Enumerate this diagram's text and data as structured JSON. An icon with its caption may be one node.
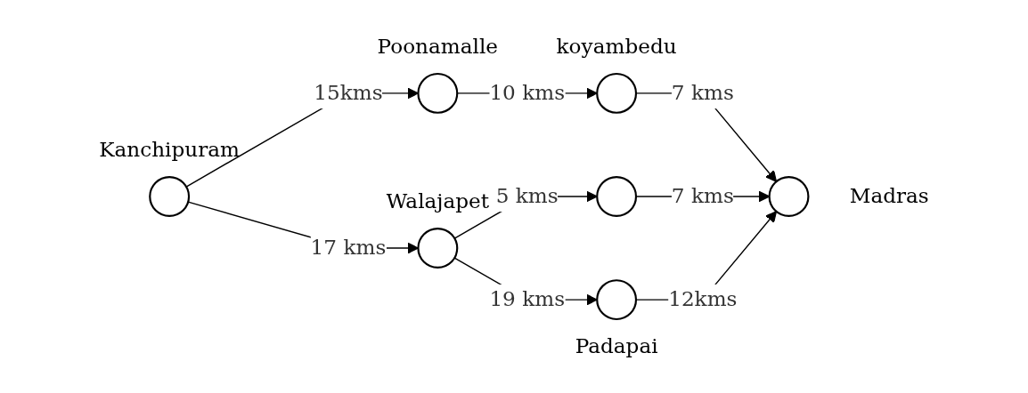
{
  "diagram": {
    "nodes": [
      {
        "text": [],
        "shape": "circle",
        "beside": [
          "Kanchipuram"
        ]
      },
      {
        "text": [],
        "shape": "circle",
        "beside": [
          "Poonamalle"
        ]
      },
      {
        "text": [],
        "shape": "circle",
        "beside": [
          "koyambedu"
        ]
      },
      {
        "text": [],
        "shape": "circle"
      },
      {
        "text": [],
        "shape": "circle",
        "beside": [
          "Madras"
        ]
      },
      {
        "text": [],
        "shape": "circle",
        "beside": [
          "Walajapet"
        ]
      },
      {
        "text": [],
        "shape": "circle",
        "beside": [
          "Padapai"
        ]
      }
    ],
    "edges": [
      {
        "from": 0,
        "to": 1,
        "arrow": "to",
        "label": "15kms"
      },
      {
        "from": 1,
        "to": 2,
        "arrow": "to",
        "label": "10 kms"
      },
      {
        "from": 2,
        "to": 4,
        "arrow": "to",
        "label": "7 kms"
      },
      {
        "from": 0,
        "to": 5,
        "arrow": "to",
        "label": "17 kms"
      },
      {
        "from": 5,
        "to": 3,
        "arrow": "to",
        "label": "5 kms"
      },
      {
        "from": 3,
        "to": 4,
        "arrow": "to",
        "label": "7 kms"
      },
      {
        "from": 5,
        "to": 6,
        "arrow": "to",
        "label": "19 kms"
      },
      {
        "from": 6,
        "to": 4,
        "arrow": "to",
        "label": "12kms"
      }
    ]
  }
}
